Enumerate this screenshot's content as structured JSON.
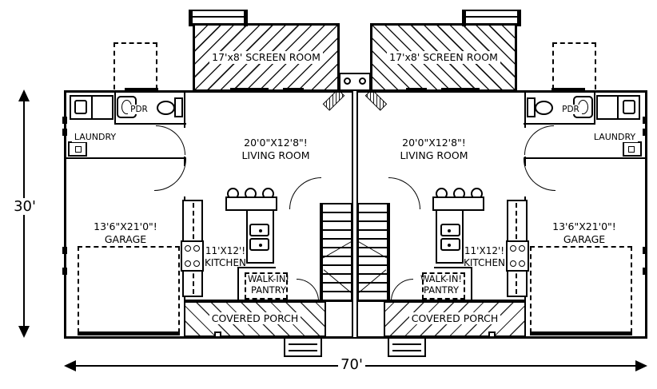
{
  "dimensions": {
    "height": "30'",
    "width": "70'"
  },
  "rooms": {
    "screen_room": {
      "label": "17'x8' SCREEN ROOM"
    },
    "living_room": {
      "size": "20'0\"X12'8\"!",
      "name": "LIVING ROOM"
    },
    "garage": {
      "size": "13'6\"X21'0\"!",
      "name": "GARAGE"
    },
    "kitchen": {
      "size": "11'X12'!",
      "name": "KITCHEN"
    },
    "walk_in_pantry": {
      "line1": "WALK-IN!",
      "line2": "PANTRY"
    },
    "covered_porch": {
      "label": "COVERED PORCH"
    },
    "laundry": {
      "label": "LAUNDRY"
    },
    "powder_room": {
      "label": "PDR"
    }
  },
  "colors": {
    "line": "#000000",
    "background": "#ffffff"
  }
}
